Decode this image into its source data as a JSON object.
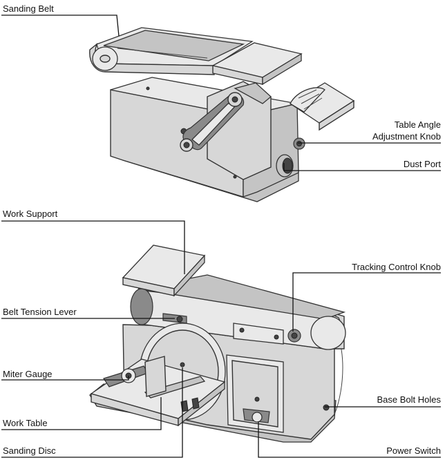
{
  "labels": {
    "sanding_belt": "Sanding Belt",
    "table_angle_1": "Table Angle",
    "table_angle_2": "Adjustment Knob",
    "dust_port": "Dust Port",
    "work_support": "Work Support",
    "tracking_control_knob": "Tracking Control Knob",
    "belt_tension_lever": "Belt Tension Lever",
    "miter_gauge": "Miter Gauge",
    "base_bolt_holes": "Base Bolt Holes",
    "work_table": "Work Table",
    "sanding_disc": "Sanding Disc",
    "power_switch": "Power Switch"
  }
}
